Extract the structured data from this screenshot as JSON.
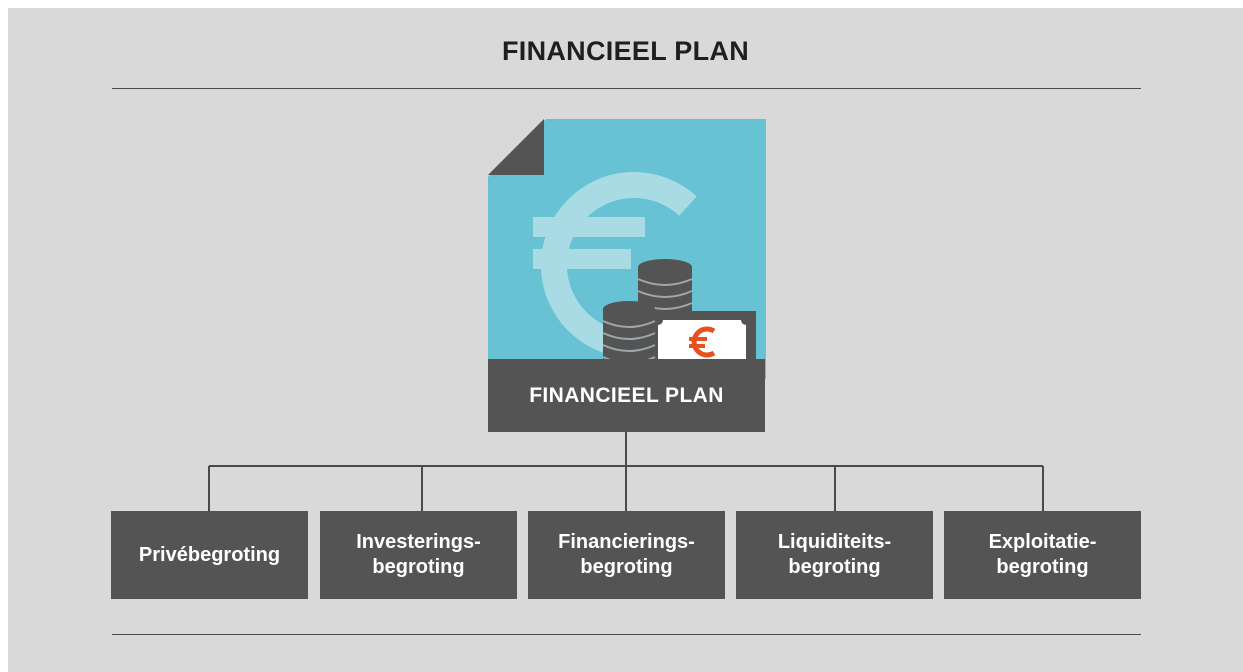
{
  "header": {
    "title": "FINANCIEEL PLAN"
  },
  "document": {
    "label": "FINANCIEEL PLAN",
    "currency_symbol": "€",
    "accent_color": "#e8501e",
    "doc_color": "#67c3d3"
  },
  "children": [
    {
      "line1": "Privébegroting",
      "line2": ""
    },
    {
      "line1": "Investerings-",
      "line2": "begroting"
    },
    {
      "line1": "Financierings-",
      "line2": "begroting"
    },
    {
      "line1": "Liquiditeits-",
      "line2": "begroting"
    },
    {
      "line1": "Exploitatie-",
      "line2": "begroting"
    }
  ]
}
